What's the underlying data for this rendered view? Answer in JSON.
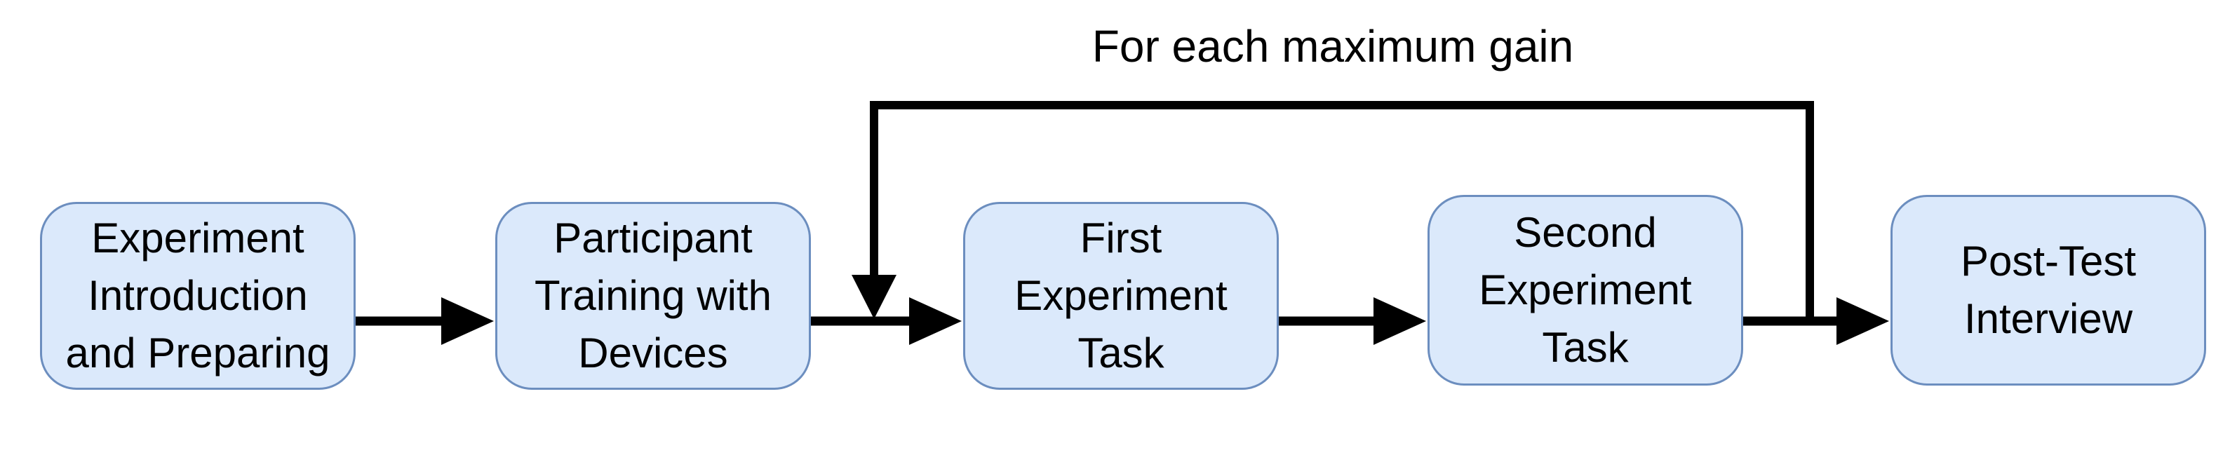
{
  "diagram": {
    "loop_label": "For each maximum gain",
    "boxes": [
      {
        "id": "experiment-introduction",
        "label": "Experiment\nIntroduction\nand Preparing"
      },
      {
        "id": "participant-training",
        "label": "Participant\nTraining with\nDevices"
      },
      {
        "id": "first-experiment-task",
        "label": "First\nExperiment\nTask"
      },
      {
        "id": "second-experiment-task",
        "label": "Second\nExperiment\nTask"
      },
      {
        "id": "post-test-interview",
        "label": "Post-Test\nInterview"
      }
    ],
    "colors": {
      "box_fill": "#dbe9fb",
      "box_border": "#6c8ebf",
      "arrow": "#000000",
      "text": "#000000",
      "background": "#ffffff"
    }
  }
}
